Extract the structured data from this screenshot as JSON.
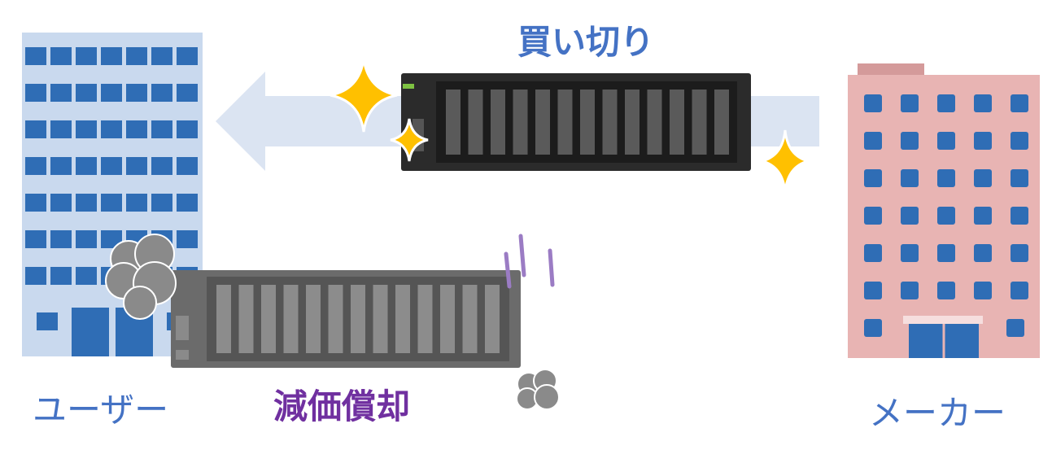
{
  "labels": {
    "purchase": "買い切り",
    "depreciation": "減価償却",
    "user": "ユーザー",
    "maker": "メーカー"
  },
  "icons": {
    "user_building": "office-building-icon",
    "maker_building": "factory-building-icon",
    "new_server": "server-rack-icon",
    "old_server": "server-rack-icon",
    "arrow": "arrow-left-icon",
    "sparkle": "sparkle-icon",
    "dust": "dust-cloud-icon",
    "shake_marks": "shake-lines-icon"
  },
  "colors": {
    "purchase_text": "#4472c4",
    "depreciation_text": "#7030a0",
    "user_text": "#4472c4",
    "maker_text": "#4472c4",
    "user_building": "#c9d9ee",
    "user_window": "#2f6db5",
    "maker_building": "#e8b4b3",
    "maker_roof": "#d49a9a",
    "maker_window": "#2f6db5",
    "arrow": "#dbe4f2",
    "sparkle": "#ffc000",
    "new_server": "#2b2b2b",
    "old_server": "#6b6b6b",
    "dust": "#8a8a8a",
    "shake": "#9b7cc4"
  }
}
